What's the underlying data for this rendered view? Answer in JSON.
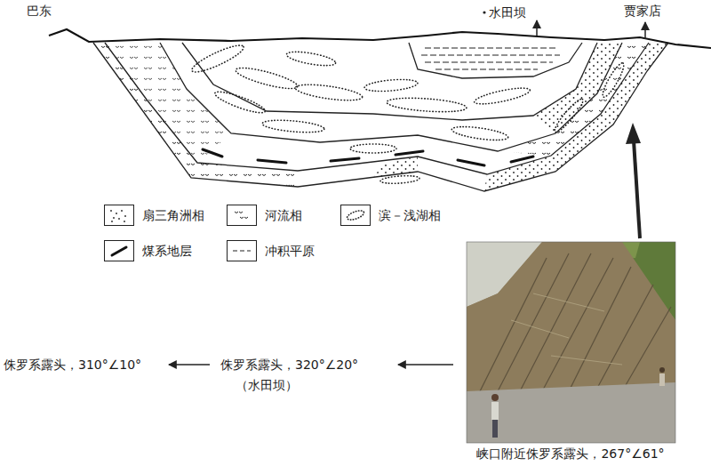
{
  "diagram": {
    "labels": [
      "巴东",
      "水田坝",
      "贾家店",
      "侏罗系露头，310°∠10°",
      "侏罗系露头，320°∠20°",
      "（水田坝）",
      "峡口附近侏罗系露头，267°∠61°"
    ],
    "legend": [
      {
        "text": "扇三角洲相"
      },
      {
        "text": "河流相"
      },
      {
        "text": "滨－浅湖相"
      },
      {
        "text": "煤系地层"
      },
      {
        "text": "冲积平原"
      }
    ]
  }
}
